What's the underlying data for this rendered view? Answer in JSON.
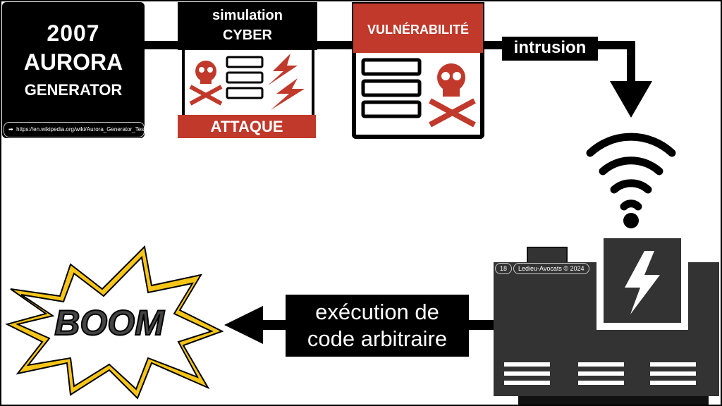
{
  "aurora": {
    "year": "2007",
    "name": "AURORA",
    "subtitle": "GENERATOR",
    "link": "https://en.wikipedia.org/wiki/Aurora_Generator_Test"
  },
  "simulation": {
    "line1": "simulation",
    "line2": "CYBER",
    "footer": "ATTAQUE"
  },
  "vulnerability": {
    "title": "VULNÉRABILITÉ"
  },
  "intrusion": {
    "label": "intrusion"
  },
  "execution": {
    "line1": "exécution de",
    "line2": "code arbitraire"
  },
  "boom": {
    "text": "BOOM"
  },
  "credit": {
    "page": "18",
    "author": "Ledieu-Avocats © 2024"
  },
  "colors": {
    "accent_red": "#c0392b",
    "generator": "#333333",
    "boom_yellow": "#f5c518"
  }
}
